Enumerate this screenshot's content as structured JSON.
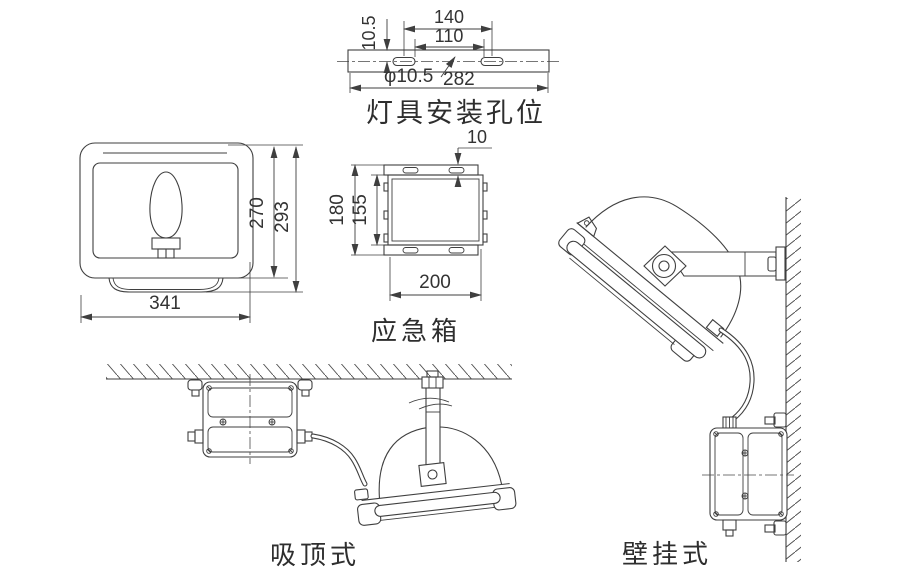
{
  "drawing": {
    "background": "#ffffff",
    "line_color": "#3f3f3f",
    "views": {
      "mounting_holes": {
        "caption": "灯具安装孔位",
        "dims": {
          "hole_offset": "10.5",
          "outer_span": "140",
          "inner_span": "110",
          "hole_diameter": "φ10.5",
          "total_length": "282"
        }
      },
      "front_view": {
        "dims": {
          "inner_height": "270",
          "outer_height": "293",
          "width": "341"
        }
      },
      "emergency_box": {
        "caption": "应急箱",
        "dims": {
          "flange_offset": "10",
          "total_height": "180",
          "body_height": "155",
          "width": "200"
        }
      },
      "ceiling_mount": {
        "caption": "吸顶式"
      },
      "wall_mount": {
        "caption": "壁挂式"
      }
    }
  }
}
